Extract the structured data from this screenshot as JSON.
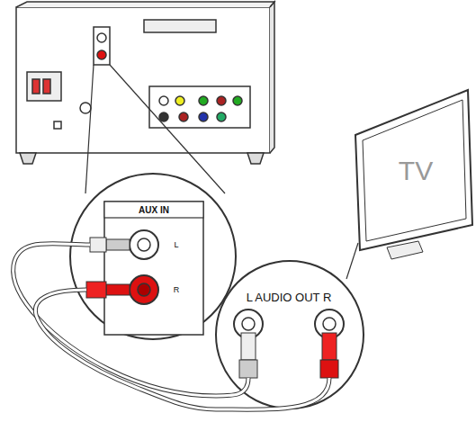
{
  "diagram": {
    "labels": [
      "AUX IN",
      "L",
      "R",
      "L AUDIO OUT R",
      "TV"
    ]
  }
}
